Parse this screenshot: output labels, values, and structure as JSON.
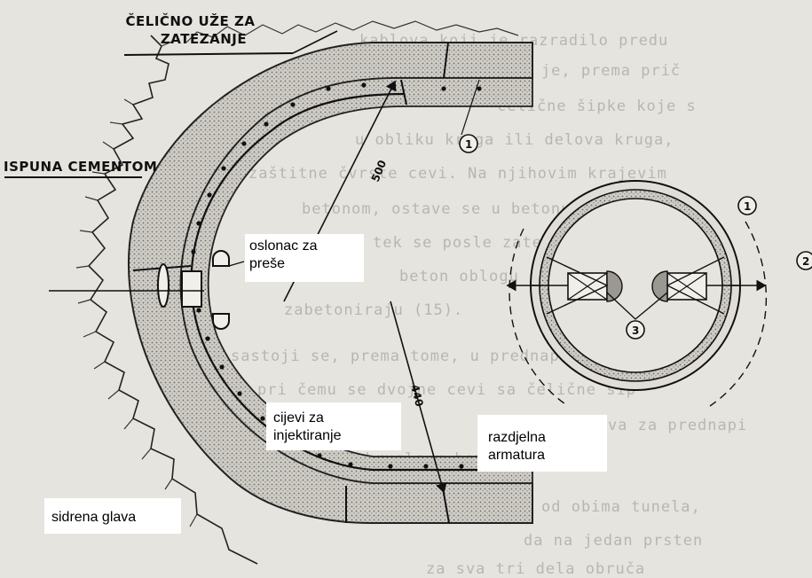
{
  "background_text": [
    "kablova koji je razradilo predu",
    "opisano je, prema prič",
    "čelične šipke koje s",
    "u obliku kruga ili delova kruga,",
    "zaštitne čvrste cevi. Na njihovim krajevim",
    "betonom, ostave se u betonu kasa za p",
    "tek se posle zatezanja i injekcion",
    "beton oblogu izme",
    "zabetoniraju (15).",
    "sastoji se, prema tome, u prednaprezanju p",
    "pri čemu se dvojne cevi sa čelične šip",
    "naziva za prednapi",
    "okrugle u betonu.",
    "od obima tunela,",
    "da na jedan prsten",
    "za sva tri dela obruča"
  ],
  "labels": {
    "celicno_uze": [
      "ČELIČNO UŽE ZA",
      "ZATEZANJE"
    ],
    "ispuna_cementom": "ISPUNA CEMENTOM",
    "oslonac": [
      "oslonac za",
      "preše"
    ],
    "cijevi": [
      "cijevi za",
      "injektiranje"
    ],
    "razdjelna": [
      "razdjelna",
      "armatura"
    ],
    "sidrena": "sidrena glava"
  },
  "dimensions": {
    "d1": "500",
    "d2": "440"
  },
  "markers": {
    "m1": "1",
    "m1b": "1",
    "m2": "2",
    "m3": "3"
  }
}
